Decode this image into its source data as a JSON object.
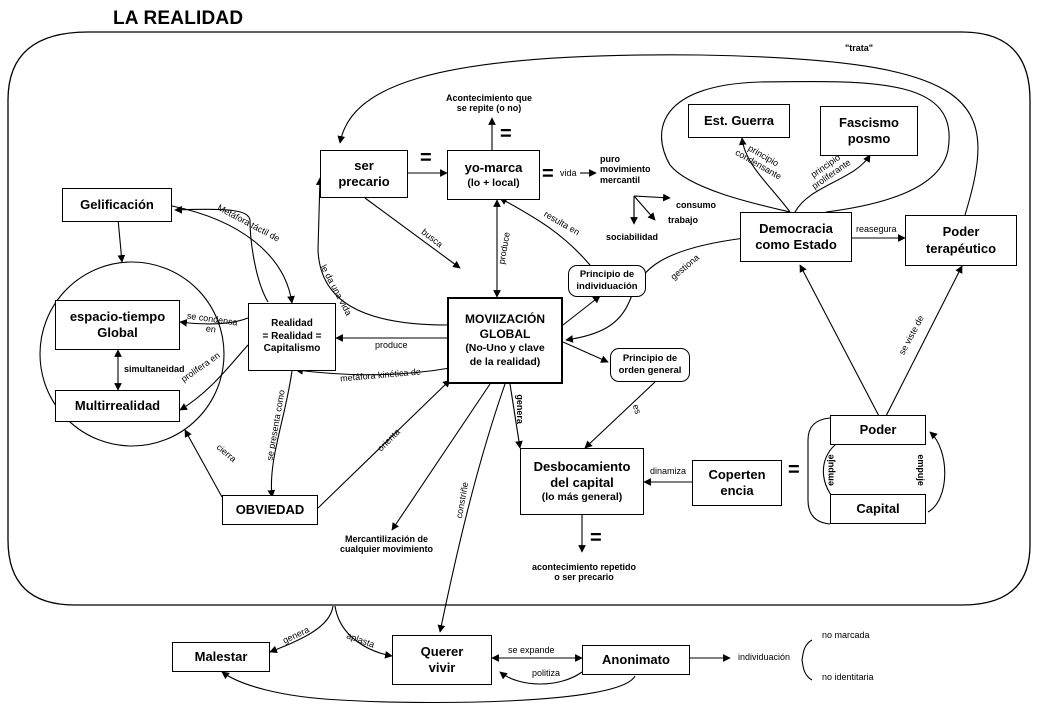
{
  "title": "LA REALIDAD",
  "nodes": {
    "gelificacion": "Gelificación",
    "espacio_tiempo": [
      "espacio-tiempo",
      "Global"
    ],
    "multirrealidad": "Multirrealidad",
    "realidad": [
      "Realidad",
      "= Realidad =",
      "Capitalismo"
    ],
    "obviedad": "OBVIEDAD",
    "ser_precario": [
      "ser",
      "precario"
    ],
    "yo_marca": [
      "yo-marca",
      "(lo + local)"
    ],
    "movilizacion": [
      "MOVIIZACIÓN",
      "GLOBAL",
      "(No-Uno y clave",
      "de la realidad)"
    ],
    "principio_individuacion": [
      "Principio de",
      "individuación"
    ],
    "principio_orden": [
      "Principio de",
      "orden general"
    ],
    "desbocamiento": [
      "Desbocamiento",
      "del capital",
      "(lo más general)"
    ],
    "coperten": [
      "Coperten",
      "encia"
    ],
    "poder": "Poder",
    "capital": "Capital",
    "est_guerra": "Est. Guerra",
    "fascismo": [
      "Fascismo",
      "posmo"
    ],
    "democracia": [
      "Democracia",
      "como Estado"
    ],
    "poder_terapeutico": [
      "Poder",
      "terapéutico"
    ],
    "malestar": "Malestar",
    "querer_vivir": [
      "Querer",
      "vivir"
    ],
    "anonimato": "Anonimato"
  },
  "labels": {
    "metafora_tactil": "Metáfora táctil de",
    "se_condensa_en": [
      "se condensa",
      "en"
    ],
    "prolifera_en": "prolifera en",
    "simultaneidad": "simultaneidad",
    "produce_left": "produce",
    "metafora_kinetica": "metáfora kinética de",
    "se_presenta_como": "se presenta como",
    "cierra": "cierra",
    "orienta": "orienta",
    "le_da_una_vida": "le da una vida",
    "busca": "busca",
    "produce_up": "produce",
    "resulta_en": "resulta en",
    "gestiona": "gestiona",
    "acontecimiento_top": [
      "Acontecimiento que",
      "se repite (o no)"
    ],
    "vida": "vida",
    "puro_movimiento": [
      "puro",
      "movimiento",
      "mercantil"
    ],
    "consumo": "consumo",
    "trabajo": "trabajo",
    "sociabilidad": "sociabilidad",
    "trata": "\"trata\"",
    "principio_condensante": [
      "principio",
      "condensante"
    ],
    "principio_proliferante": [
      "principio",
      "proliferante"
    ],
    "reasegura": "reasegura",
    "se_viste_de": "se viste de",
    "es": "es",
    "genera_vertical": "genera",
    "dinamiza": "dinamiza",
    "empuje_left": "empuje",
    "empuje_right": "empuje",
    "mercantilizacion": [
      "Mercantilización de",
      "cualquier movimiento"
    ],
    "acontecimiento_repetido": [
      "acontecimiento repetido",
      "o ser precario"
    ],
    "constrine": "constriñe",
    "genera_bottom": "genera",
    "aplasta": "aplasta",
    "se_expande": "se expande",
    "politiza": "politiza",
    "individuacion": "individuación",
    "no_marcada": "no marcada",
    "no_identitaria": "no identitaria"
  },
  "symbols": {
    "equals": "="
  }
}
